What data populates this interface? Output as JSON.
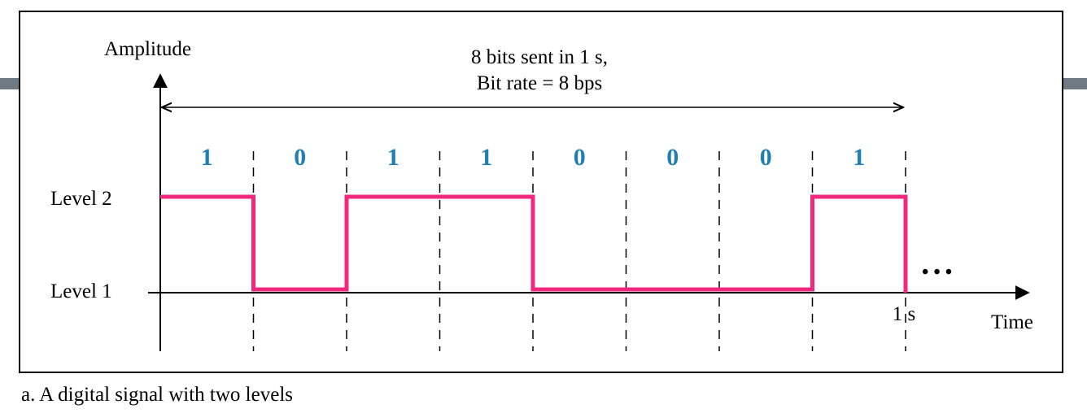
{
  "diagram": {
    "axis_y_label": "Amplitude",
    "axis_x_label": "Time",
    "rate_line1": "8 bits sent in 1 s,",
    "rate_line2": "Bit rate = 8 bps",
    "level_high_label": "Level 2",
    "level_low_label": "Level 1",
    "time_mark_label": "1 s",
    "ellipsis": "• • •",
    "bits": [
      "1",
      "0",
      "1",
      "1",
      "0",
      "0",
      "0",
      "1"
    ],
    "caption": "a. A digital signal with two levels",
    "colors": {
      "signal": "#f0297f",
      "bit_label": "#1f7fb4",
      "header_bar": "#6f7a85",
      "axis": "#000000"
    }
  }
}
